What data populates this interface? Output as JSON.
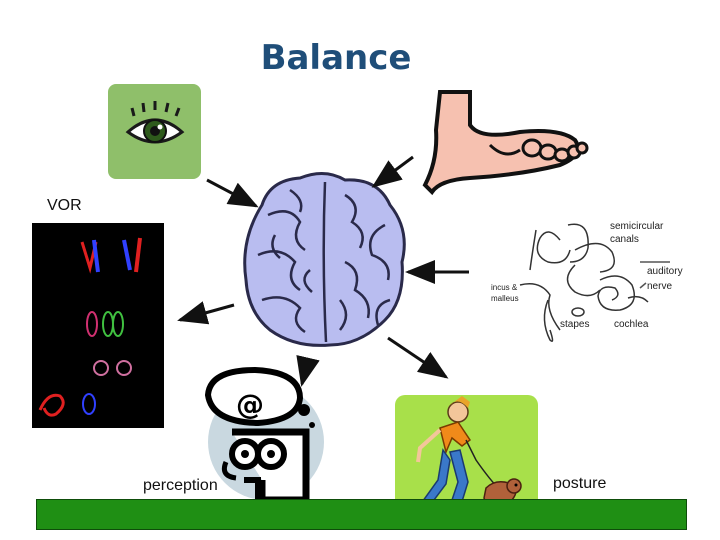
{
  "title": "Balance",
  "labels": {
    "vor": "VOR",
    "perception": "perception",
    "posture": "posture"
  },
  "ear_labels": {
    "semicircular": "semicircular",
    "canals": "canals",
    "auditory": "auditory",
    "nerve": "nerve",
    "incus": "incus &",
    "malleus": "malleus",
    "stapes": "stapes",
    "cochlea": "cochlea"
  },
  "icons": {
    "eye": "eye-icon",
    "foot": "foot-icon",
    "brain": "brain-icon",
    "ear": "inner-ear-icon",
    "thinker": "thinking-head-icon",
    "walker": "person-walking-dog-icon"
  },
  "colors": {
    "title": "#1f4e79",
    "ground": "#1f8f14",
    "brain": "#b9bdf0",
    "eye_bg": "#8fbf6a",
    "walker_bg": "#a8e04a",
    "foot": "#f6c1b0"
  }
}
